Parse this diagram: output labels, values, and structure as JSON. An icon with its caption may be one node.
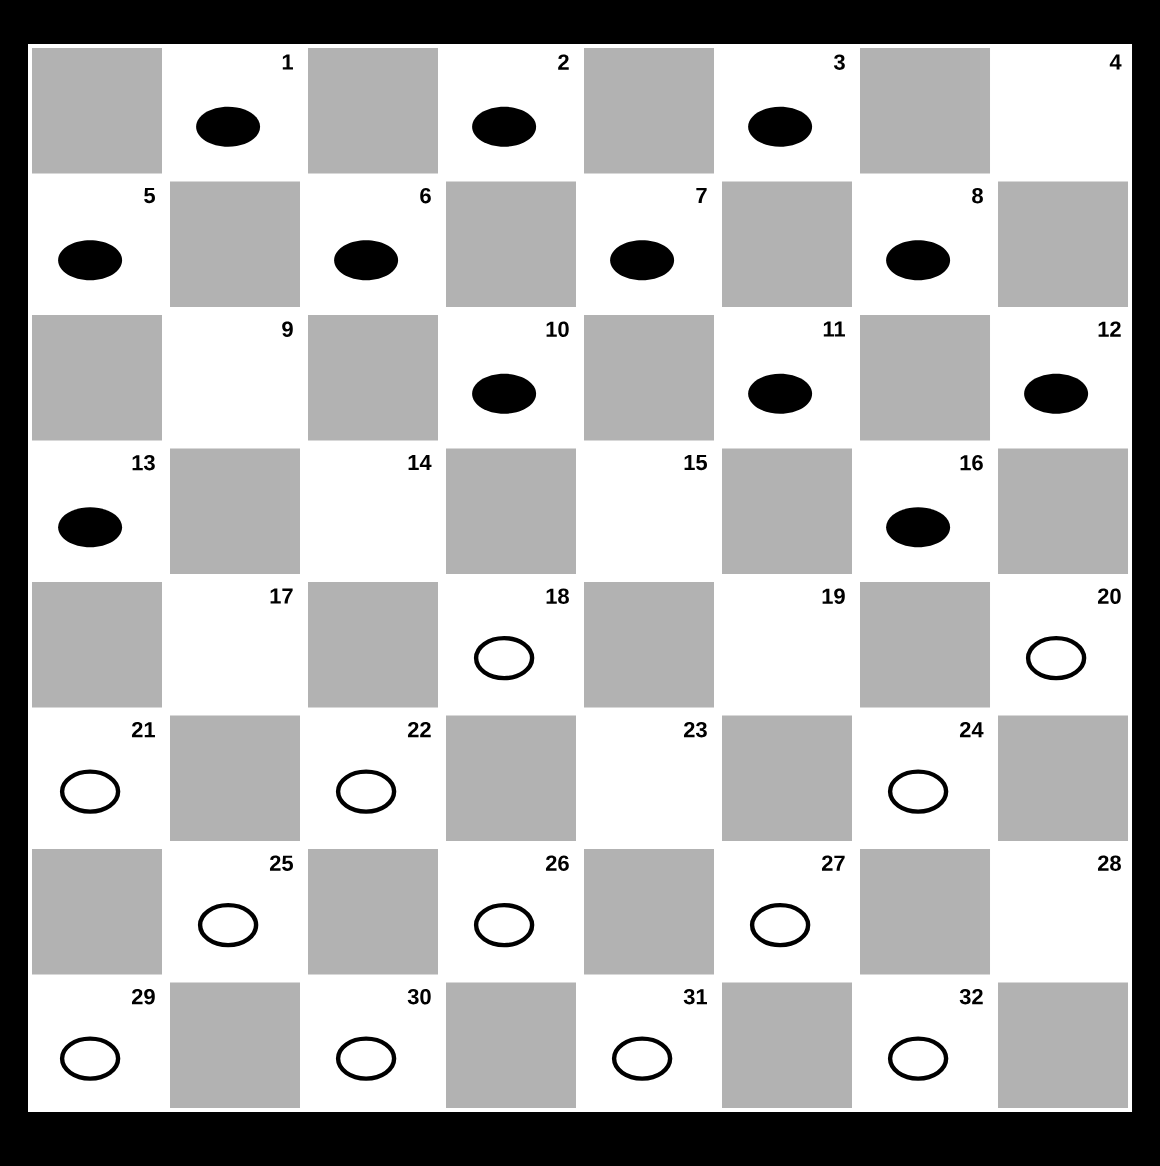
{
  "diagram": {
    "labels": [
      "1",
      "2",
      "3",
      "4",
      "5",
      "6",
      "7",
      "8",
      "9",
      "10",
      "11",
      "12",
      "13",
      "14",
      "15",
      "16",
      "17",
      "18",
      "19",
      "20",
      "21",
      "22",
      "23",
      "24",
      "25",
      "26",
      "27",
      "28",
      "29",
      "30",
      "31",
      "32"
    ]
  }
}
